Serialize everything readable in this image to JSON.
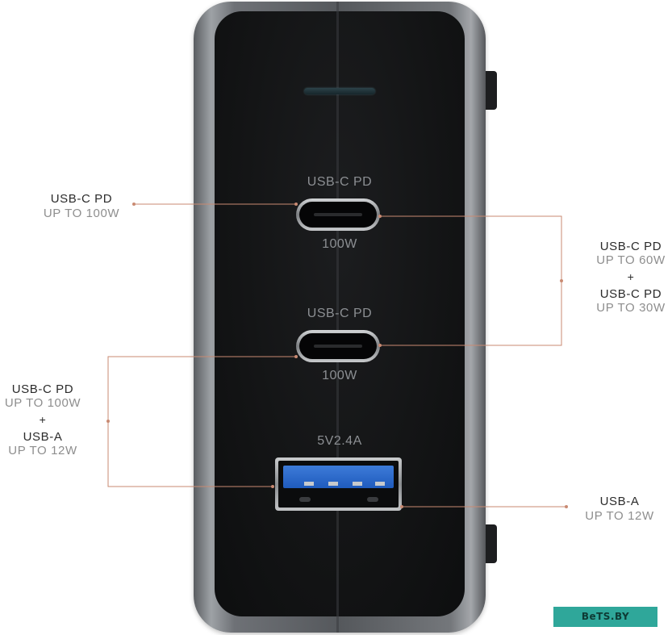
{
  "product": {
    "port1": {
      "label": "USB-C PD",
      "power": "100W"
    },
    "port2": {
      "label": "USB-C PD",
      "power": "100W"
    },
    "port3": {
      "label": "5V2.4A"
    }
  },
  "callouts": {
    "top_left": {
      "title": "USB-C PD",
      "sub": "UP TO 100W"
    },
    "right_combo": {
      "title1": "USB-C PD",
      "sub1": "UP TO 60W",
      "plus": "+",
      "title2": "USB-C PD",
      "sub2": "UP TO 30W"
    },
    "left_combo": {
      "title1": "USB-C PD",
      "sub1": "UP TO 100W",
      "plus": "+",
      "title2": "USB-A",
      "sub2": "UP TO 12W"
    },
    "bottom_right": {
      "title": "USB-A",
      "sub": "UP TO 12W"
    }
  },
  "colors": {
    "leader_line": "#c98a72",
    "usb_a_tongue": "#2a6acb",
    "watermark_bg": "#2fa79a"
  },
  "watermark": {
    "text": "BeTS.BY"
  }
}
